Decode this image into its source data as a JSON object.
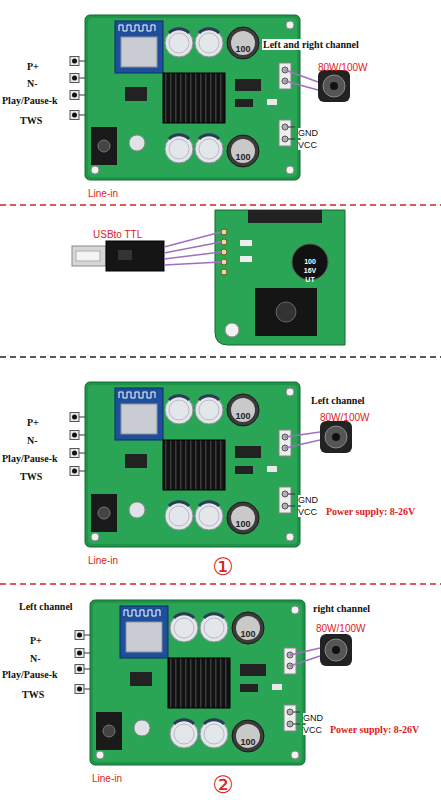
{
  "diagram": {
    "labels": [
      "P+",
      "N-",
      "Play/Pause-k",
      "TWS",
      "Left and right channel",
      "80W/100W",
      "100",
      "100",
      "GND",
      "VCC",
      "Line-in",
      "USBto TTL",
      "100",
      "16V",
      "UT",
      "P+",
      "N-",
      "Play/Pause-k",
      "TWS",
      "Left channel",
      "80W/100W",
      "100",
      "100",
      "GND",
      "VCC",
      "Power supply: 8-26V",
      "Line-in",
      "①",
      "Left channel",
      "right channel",
      "P+",
      "N-",
      "Play/Pause-k",
      "TWS",
      "80W/100W",
      "100",
      "100",
      "GND",
      "VCC",
      "Power supply: 8-26V",
      "Line-in",
      "②"
    ]
  }
}
